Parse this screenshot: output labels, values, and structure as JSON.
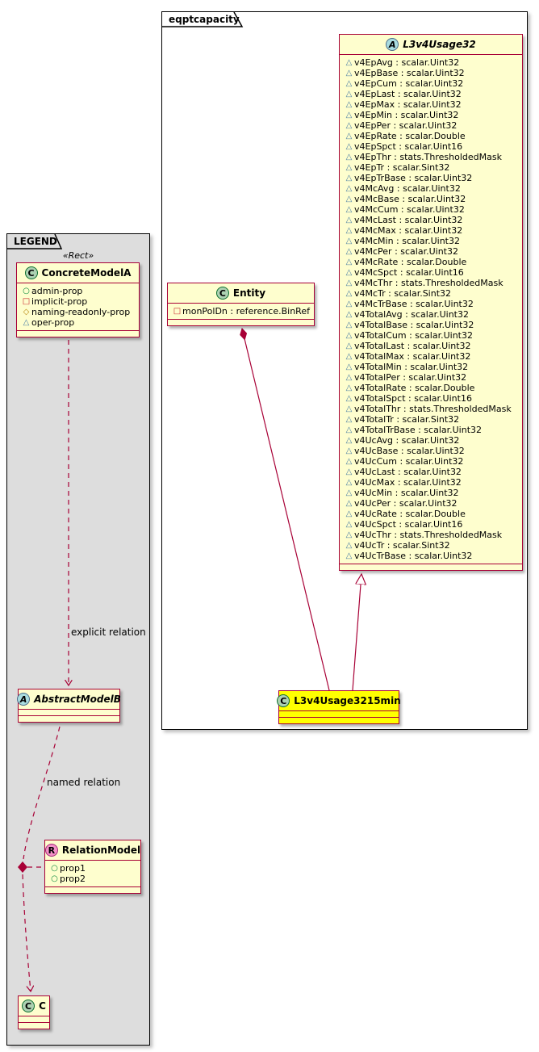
{
  "packages": {
    "eqptcapacity": {
      "label": "eqptcapacity"
    },
    "legend": {
      "label": "LEGEND",
      "stereotype": "«Rect»"
    }
  },
  "relations": {
    "explicit": {
      "label": "explicit relation"
    },
    "named": {
      "label": "named relation"
    }
  },
  "colors": {
    "class_bg": "#FEFECE",
    "class_border": "#A80036",
    "highlight_bg": "#FFFF00",
    "legend_bg": "#DDDDDD",
    "edge": "#A80036",
    "spot_class_bg": "#ADD1B2",
    "spot_abstract_bg": "#A9DCDF",
    "spot_relation_bg": "#F391C7"
  },
  "classes": {
    "l3v4usage32": {
      "spot": "A",
      "name": "L3v4Usage32",
      "attributes": [
        {
          "icon": "triangle",
          "text": "v4EpAvg : scalar.Uint32"
        },
        {
          "icon": "triangle",
          "text": "v4EpBase : scalar.Uint32"
        },
        {
          "icon": "triangle",
          "text": "v4EpCum : scalar.Uint32"
        },
        {
          "icon": "triangle",
          "text": "v4EpLast : scalar.Uint32"
        },
        {
          "icon": "triangle",
          "text": "v4EpMax : scalar.Uint32"
        },
        {
          "icon": "triangle",
          "text": "v4EpMin : scalar.Uint32"
        },
        {
          "icon": "triangle",
          "text": "v4EpPer : scalar.Uint32"
        },
        {
          "icon": "triangle",
          "text": "v4EpRate : scalar.Double"
        },
        {
          "icon": "triangle",
          "text": "v4EpSpct : scalar.Uint16"
        },
        {
          "icon": "triangle",
          "text": "v4EpThr : stats.ThresholdedMask"
        },
        {
          "icon": "triangle",
          "text": "v4EpTr : scalar.Sint32"
        },
        {
          "icon": "triangle",
          "text": "v4EpTrBase : scalar.Uint32"
        },
        {
          "icon": "triangle",
          "text": "v4McAvg : scalar.Uint32"
        },
        {
          "icon": "triangle",
          "text": "v4McBase : scalar.Uint32"
        },
        {
          "icon": "triangle",
          "text": "v4McCum : scalar.Uint32"
        },
        {
          "icon": "triangle",
          "text": "v4McLast : scalar.Uint32"
        },
        {
          "icon": "triangle",
          "text": "v4McMax : scalar.Uint32"
        },
        {
          "icon": "triangle",
          "text": "v4McMin : scalar.Uint32"
        },
        {
          "icon": "triangle",
          "text": "v4McPer : scalar.Uint32"
        },
        {
          "icon": "triangle",
          "text": "v4McRate : scalar.Double"
        },
        {
          "icon": "triangle",
          "text": "v4McSpct : scalar.Uint16"
        },
        {
          "icon": "triangle",
          "text": "v4McThr : stats.ThresholdedMask"
        },
        {
          "icon": "triangle",
          "text": "v4McTr : scalar.Sint32"
        },
        {
          "icon": "triangle",
          "text": "v4McTrBase : scalar.Uint32"
        },
        {
          "icon": "triangle",
          "text": "v4TotalAvg : scalar.Uint32"
        },
        {
          "icon": "triangle",
          "text": "v4TotalBase : scalar.Uint32"
        },
        {
          "icon": "triangle",
          "text": "v4TotalCum : scalar.Uint32"
        },
        {
          "icon": "triangle",
          "text": "v4TotalLast : scalar.Uint32"
        },
        {
          "icon": "triangle",
          "text": "v4TotalMax : scalar.Uint32"
        },
        {
          "icon": "triangle",
          "text": "v4TotalMin : scalar.Uint32"
        },
        {
          "icon": "triangle",
          "text": "v4TotalPer : scalar.Uint32"
        },
        {
          "icon": "triangle",
          "text": "v4TotalRate : scalar.Double"
        },
        {
          "icon": "triangle",
          "text": "v4TotalSpct : scalar.Uint16"
        },
        {
          "icon": "triangle",
          "text": "v4TotalThr : stats.ThresholdedMask"
        },
        {
          "icon": "triangle",
          "text": "v4TotalTr : scalar.Sint32"
        },
        {
          "icon": "triangle",
          "text": "v4TotalTrBase : scalar.Uint32"
        },
        {
          "icon": "triangle",
          "text": "v4UcAvg : scalar.Uint32"
        },
        {
          "icon": "triangle",
          "text": "v4UcBase : scalar.Uint32"
        },
        {
          "icon": "triangle",
          "text": "v4UcCum : scalar.Uint32"
        },
        {
          "icon": "triangle",
          "text": "v4UcLast : scalar.Uint32"
        },
        {
          "icon": "triangle",
          "text": "v4UcMax : scalar.Uint32"
        },
        {
          "icon": "triangle",
          "text": "v4UcMin : scalar.Uint32"
        },
        {
          "icon": "triangle",
          "text": "v4UcPer : scalar.Uint32"
        },
        {
          "icon": "triangle",
          "text": "v4UcRate : scalar.Double"
        },
        {
          "icon": "triangle",
          "text": "v4UcSpct : scalar.Uint16"
        },
        {
          "icon": "triangle",
          "text": "v4UcThr : stats.ThresholdedMask"
        },
        {
          "icon": "triangle",
          "text": "v4UcTr : scalar.Sint32"
        },
        {
          "icon": "triangle",
          "text": "v4UcTrBase : scalar.Uint32"
        }
      ]
    },
    "entity": {
      "spot": "C",
      "name": "Entity",
      "attributes": [
        {
          "icon": "square",
          "text": "monPolDn : reference.BinRef"
        }
      ]
    },
    "l3v4usage3215min": {
      "spot": "C",
      "name": "L3v4Usage3215min"
    },
    "concretemodela": {
      "spot": "C",
      "name": "ConcreteModelA",
      "attributes": [
        {
          "icon": "circle",
          "text": "admin-prop"
        },
        {
          "icon": "square",
          "text": "implicit-prop"
        },
        {
          "icon": "diamond",
          "text": "naming-readonly-prop"
        },
        {
          "icon": "triangle",
          "text": "oper-prop"
        }
      ]
    },
    "abstractmodelb": {
      "spot": "A",
      "name": "AbstractModelB"
    },
    "relationmodel": {
      "spot": "R",
      "name": "RelationModel",
      "attributes": [
        {
          "icon": "circle",
          "text": "prop1"
        },
        {
          "icon": "circle",
          "text": "prop2"
        }
      ]
    },
    "c": {
      "spot": "C",
      "name": "C"
    }
  }
}
